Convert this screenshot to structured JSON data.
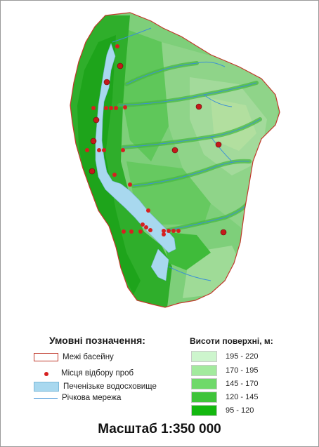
{
  "legend": {
    "title": "Умовні позначення:",
    "items": [
      {
        "label": "Межі басейну",
        "symbol": "boundary-rect"
      },
      {
        "label": "Місця відбору проб",
        "symbol": "sample-dot"
      },
      {
        "label": "Печенізьке водосховище",
        "symbol": "reservoir-rect"
      },
      {
        "label": "Річкова мережа",
        "symbol": "river-line"
      }
    ]
  },
  "elevation_legend": {
    "title": "Висоти поверхні, м:",
    "classes": [
      {
        "label": "195 - 220",
        "color": "#cdf5cd"
      },
      {
        "label": "170 - 195",
        "color": "#a3ea9e"
      },
      {
        "label": "145 - 170",
        "color": "#6fd96a"
      },
      {
        "label": "120 - 145",
        "color": "#3fc43a"
      },
      {
        "label": "95 - 120",
        "color": "#13b80f"
      }
    ]
  },
  "scale": "Масштаб 1:350 000",
  "colors": {
    "boundary": "#c0392b",
    "sample_point": "#d62020",
    "reservoir": "#a8d8ef",
    "river": "#3b8fd6"
  }
}
